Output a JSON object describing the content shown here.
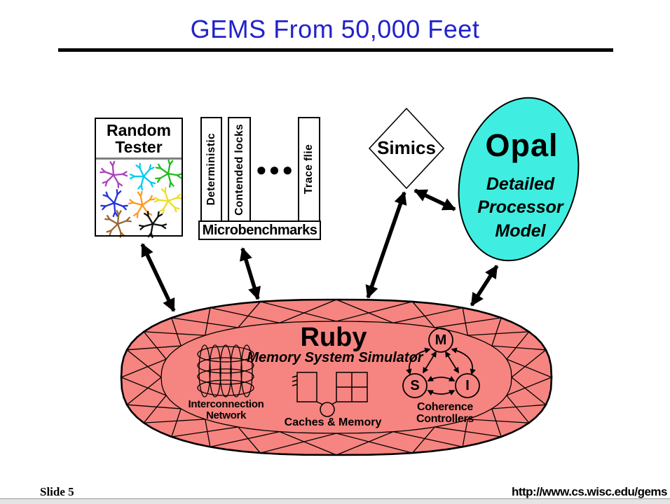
{
  "slide": {
    "title": "GEMS From 50,000 Feet",
    "footer_left": "Slide 5",
    "footer_right": "http://www.cs.wisc.edu/gems"
  },
  "colors": {
    "title_blue": "#2222CC",
    "ruby_fill": "#F68480",
    "opal_fill": "#3FEEE0"
  },
  "random_tester": {
    "title_line1": "Random",
    "title_line2": "Tester",
    "glyph_colors": [
      "#AA44BB",
      "#00CCEE",
      "#22BB22",
      "#2233DD",
      "#FF9922",
      "#EEDD22",
      "#996633",
      "#111111"
    ]
  },
  "microbenchmarks": {
    "columns": [
      "Deterministic",
      "Contended locks",
      "Trace flie"
    ],
    "ellipsis": "●●●",
    "label": "Microbenchmarks"
  },
  "simics": {
    "label": "Simics"
  },
  "opal": {
    "title": "Opal",
    "subtitle": [
      "Detailed",
      "Processor",
      "Model"
    ]
  },
  "ruby": {
    "title": "Ruby",
    "subtitle": "Memory System Simulator",
    "network": {
      "line1": "Interconnection",
      "line2": "Network"
    },
    "caches": {
      "label": "Caches & Memory"
    },
    "coherence": {
      "line1": "Coherence",
      "line2": "Controllers",
      "states": [
        "M",
        "S",
        "I"
      ]
    }
  }
}
